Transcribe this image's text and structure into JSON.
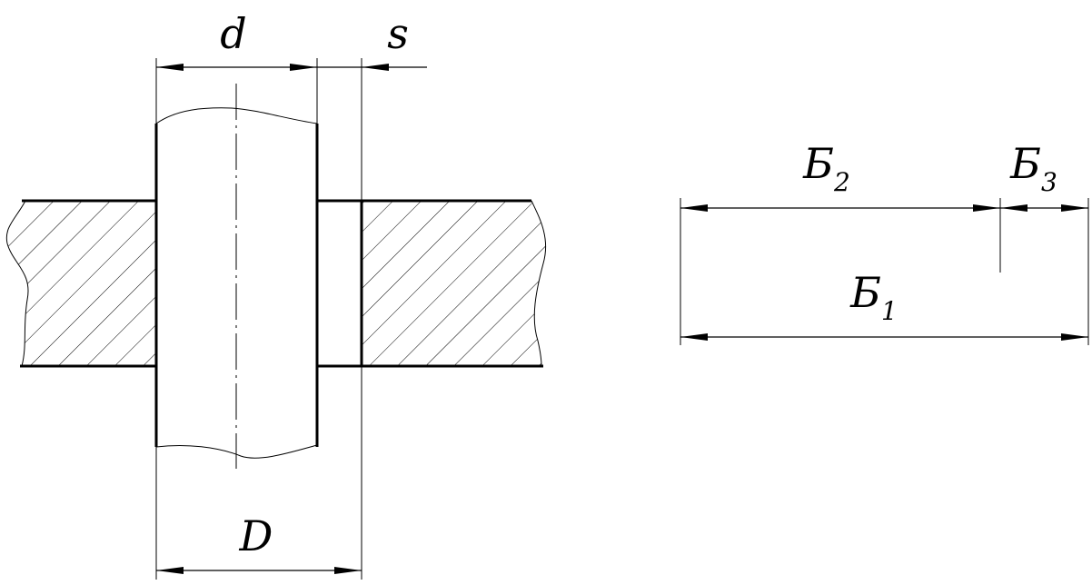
{
  "left_figure": {
    "dimensions": {
      "shaft_diameter": "d",
      "gap": "s",
      "hole_diameter": "D"
    }
  },
  "right_figure": {
    "chain": {
      "b2": {
        "letter": "Б",
        "index": "2"
      },
      "b3": {
        "letter": "Б",
        "index": "3"
      },
      "b1": {
        "letter": "Б",
        "index": "1"
      }
    }
  }
}
